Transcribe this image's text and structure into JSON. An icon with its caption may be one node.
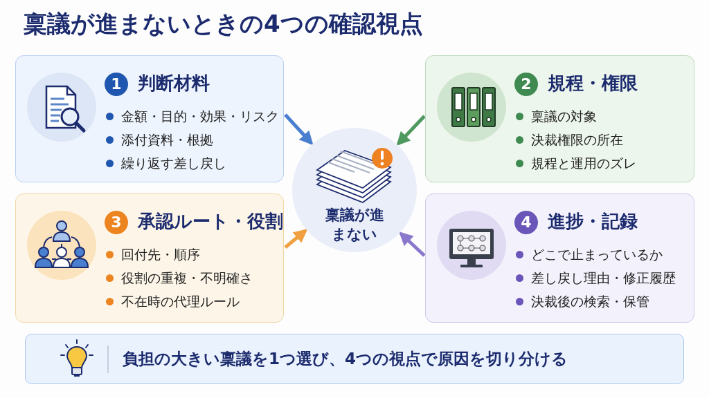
{
  "diagram": {
    "title": "稟議が進まないときの4つの確認視点",
    "nodes": [
      {
        "text": [
          "1",
          "判断材料",
          "金額・目的・効果・リスク",
          "添付資料・根拠",
          "繰り返す差し戻し"
        ]
      },
      {
        "text": [
          "2",
          "規程・権限",
          "稟議の対象",
          "決裁権限の所在",
          "規程と運用のズレ"
        ]
      },
      {
        "text": [
          "稟議が進まない"
        ]
      },
      {
        "text": [
          "3",
          "承認ルート・役割",
          "回付先・順序",
          "役割の重複・不明確さ",
          "不在時の代理ルール"
        ]
      },
      {
        "text": [
          "4",
          "進捗・記録",
          "どこで止まっているか",
          "差し戻し理由・修正履歴",
          "決裁後の検索・保管"
        ]
      },
      {
        "text": [
          "負担の大きい稟議を1つ選び、4つの視点で原因を切り分ける"
        ]
      }
    ],
    "edges": [
      {
        "from": 0,
        "to": 2,
        "arrow": "to",
        "color": "#4a7fd0"
      },
      {
        "from": 1,
        "to": 2,
        "arrow": "to",
        "color": "#4e9a5e"
      },
      {
        "from": 3,
        "to": 2,
        "arrow": "to",
        "color": "#f0a040"
      },
      {
        "from": 4,
        "to": 2,
        "arrow": "to",
        "color": "#8a78cc"
      }
    ]
  }
}
